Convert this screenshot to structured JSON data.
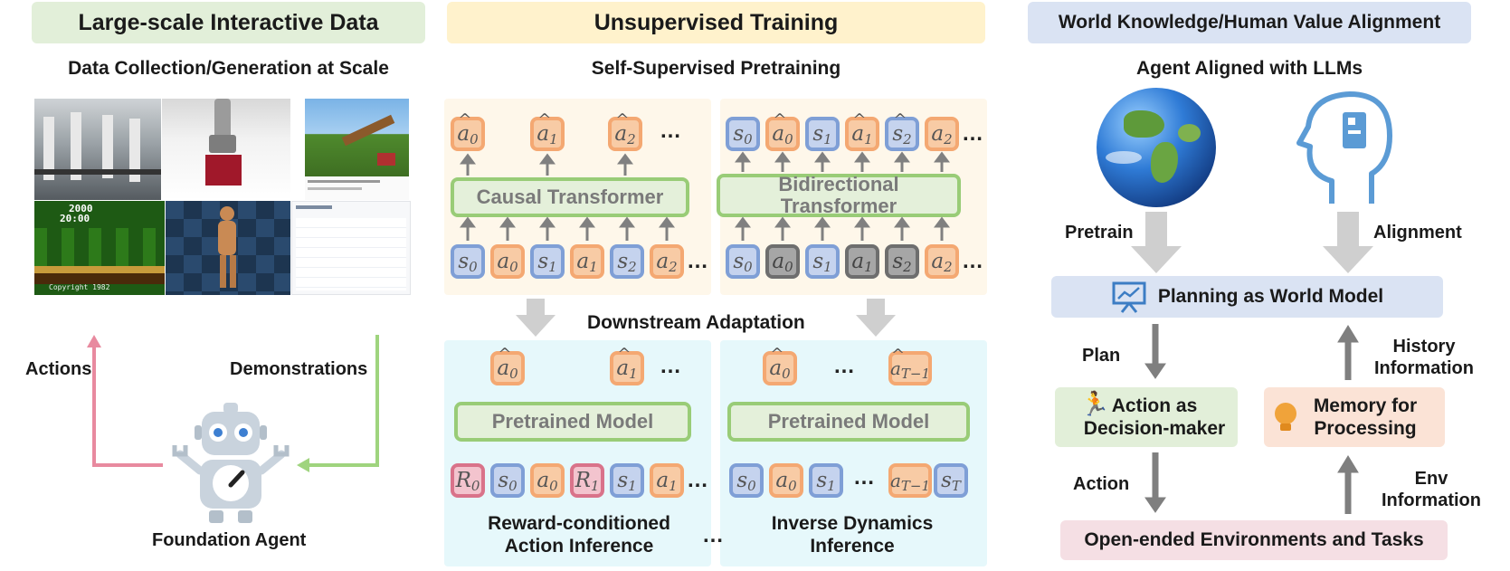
{
  "left": {
    "header": "Large-scale Interactive Data",
    "subtitle": "Data Collection/Generation at Scale",
    "actions_label": "Actions",
    "demonstrations_label": "Demonstrations",
    "agent_label": "Foundation Agent",
    "atari_score": "2000",
    "atari_time": "20:00",
    "atari_copyright": "Copyright 1982"
  },
  "middle": {
    "header": "Unsupervised Training",
    "subtitle": "Self-Supervised Pretraining",
    "causal_model": "Causal Transformer",
    "bidirectional_model": "Bidirectional Transformer",
    "downstream": "Downstream Adaptation",
    "pretrained_model": "Pretrained Model",
    "left_task": "Reward-conditioned Action Inference",
    "right_task": "Inverse Dynamics Inference",
    "ellipsis": "…"
  },
  "right": {
    "header": "World Knowledge/Human Value Alignment",
    "subtitle": "Agent Aligned with LLMs",
    "pretrain_label": "Pretrain",
    "alignment_label": "Alignment",
    "planning_box": "Planning as World Model",
    "plan_label": "Plan",
    "history_label": "History Information",
    "action_box": "Action as Decision-maker",
    "memory_box": "Memory for Processing",
    "action_label": "Action",
    "env_label": "Env Information",
    "env_box": "Open-ended Environments and Tasks"
  },
  "colors": {
    "green_header": "#e2efd9",
    "yellow_header": "#fff2cc",
    "blue_header": "#dae3f3",
    "pink_arrow": "#e88a9f",
    "green_arrow": "#9fd47e",
    "orange_token": "#f8cba5",
    "blue_token": "#c5d3ee",
    "gray_token": "#a6a6a6",
    "red_token": "#f3c4ce"
  }
}
